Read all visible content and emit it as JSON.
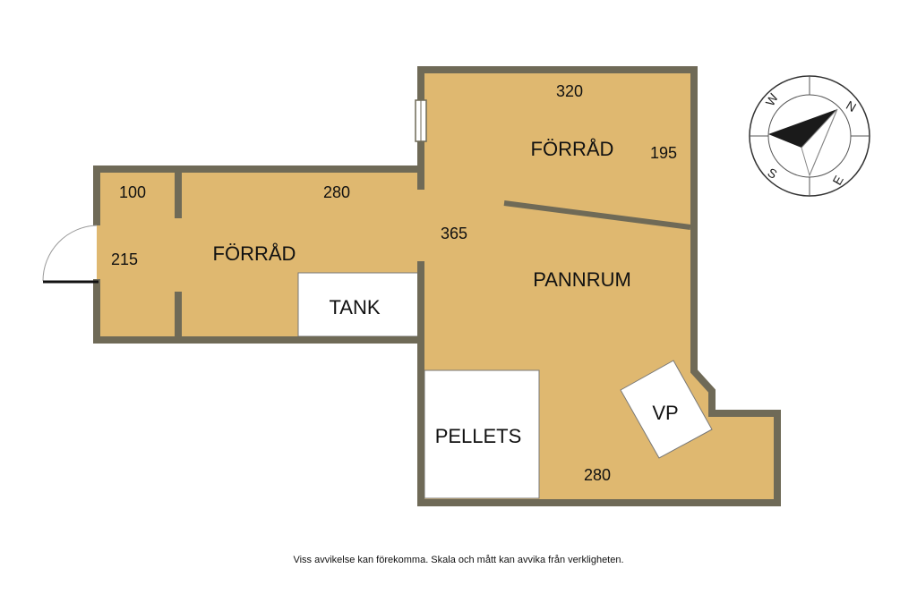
{
  "colors": {
    "floor": "#dfb870",
    "wall": "#6f6a57",
    "fixture": "#ffffff",
    "text": "#111111"
  },
  "rooms": {
    "storage_upper": "FÖRRÅD",
    "storage_left": "FÖRRÅD",
    "boiler_room": "PANNRUM"
  },
  "fixtures": {
    "tank": "TANK",
    "pellets": "PELLETS",
    "heat_pump": "VP"
  },
  "dimensions": {
    "top_width": "320",
    "upper_height": "195",
    "left_width": "100",
    "left_corridor_width": "280",
    "left_height": "215",
    "middle_height": "365",
    "bottom_width": "280"
  },
  "compass": {
    "north": "N",
    "east": "E",
    "south": "S",
    "west": "W",
    "icon": "compass-rose-icon"
  },
  "disclaimer": "Viss avvikelse kan förekomma. Skala och mått kan avvika från verkligheten."
}
